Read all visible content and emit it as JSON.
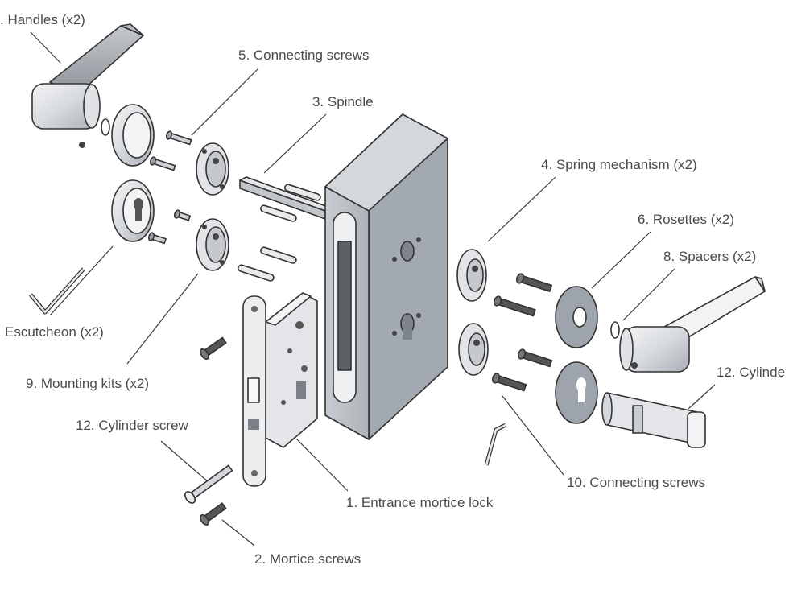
{
  "labels": {
    "handles": ". Handles (x2)",
    "connecting_screws_5": "5. Connecting screws",
    "spindle": "3. Spindle",
    "spring_mechanism": "4. Spring mechanism (x2)",
    "rosettes": "6. Rosettes (x2)",
    "spacers": "8. Spacers (x2)",
    "cylinder": "12. Cylinde",
    "escutcheon": "Escutcheon (x2)",
    "mounting_kits": "9. Mounting kits (x2)",
    "cylinder_screw": "12. Cylinder screw",
    "connecting_screws_10": "10. Connecting screws",
    "mortice_lock": "1. Entrance mortice lock",
    "mortice_screws": "2. Mortice screws"
  },
  "colors": {
    "metal_light": "#e8e9eb",
    "metal_mid": "#c9ccd1",
    "metal_dark": "#9aa0a8",
    "door_block": "#bfc4ca",
    "outline": "#333333",
    "label_text": "#4a4a4a"
  }
}
